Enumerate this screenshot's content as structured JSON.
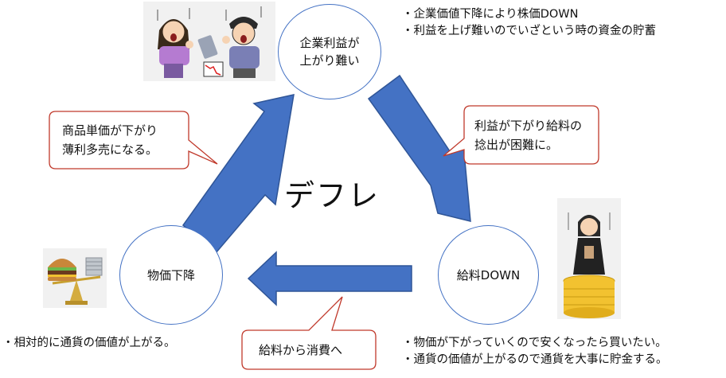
{
  "center_label": "デフレ",
  "nodes": {
    "top": {
      "line1": "企業利益が",
      "line2": "上がり難い"
    },
    "right": {
      "text": "給料DOWN"
    },
    "left": {
      "text": "物価下降"
    }
  },
  "notes": {
    "top_right": [
      "・企業価値下降により株価DOWN",
      "・利益を上げ難いのでいざという時の資金の貯蓄"
    ],
    "bottom_right": [
      "・物価が下がっていくので安くなったら買いたい。",
      "・通貨の価値が上がるので通貨を大事に貯金する。"
    ],
    "bottom_left": [
      "・相対的に通貨の価値が上がる。"
    ]
  },
  "callouts": {
    "left": [
      "商品単価が下がり",
      "薄利多売になる。"
    ],
    "right": [
      "利益が下がり給料の",
      "捻出が困難に。"
    ],
    "bottom": [
      "給料から消費へ"
    ]
  },
  "colors": {
    "arrow": "#4472c4",
    "arrow_stroke": "#2f5597",
    "circle_stroke": "#4472c4",
    "callout_stroke": "#c0392b"
  },
  "icons": {
    "top_illustration": "panicking-couple-icon",
    "right_illustration": "worried-woman-on-coins-icon",
    "left_illustration": "burger-and-coins-scale-icon"
  }
}
